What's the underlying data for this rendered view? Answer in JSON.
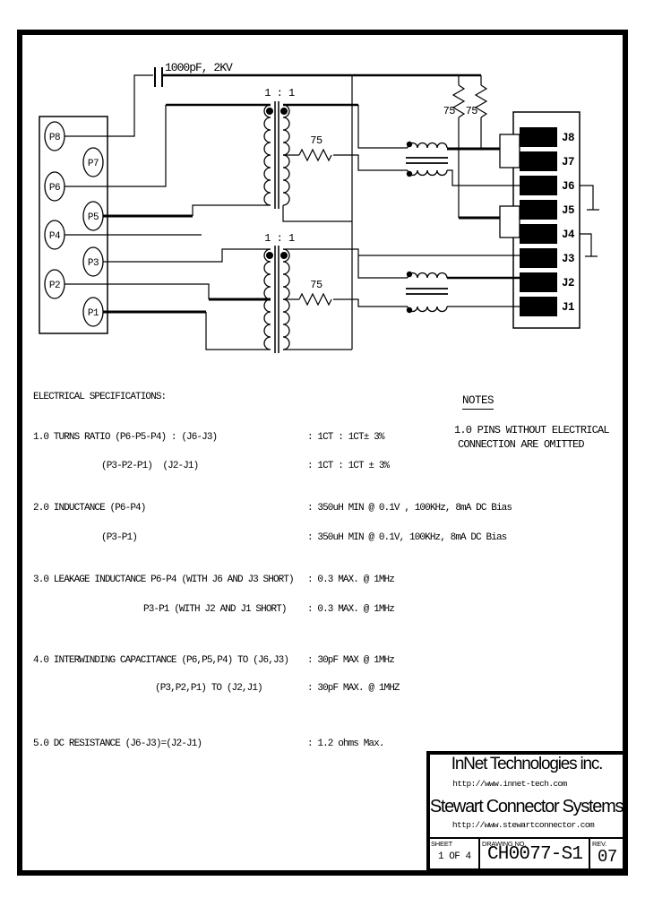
{
  "schematic": {
    "cap_label": "1000pF, 2KV",
    "ratio_top": "1 : 1",
    "ratio_bottom": "1 : 1",
    "r_top_secondary": "75",
    "r_bottom_secondary": "75",
    "r_term_left": "75",
    "r_term_right": "75",
    "p_pins": [
      "P8",
      "P7",
      "P6",
      "P5",
      "P4",
      "P3",
      "P2",
      "P1"
    ],
    "j_pins": [
      "J8",
      "J7",
      "J6",
      "J5",
      "J4",
      "J3",
      "J2",
      "J1"
    ]
  },
  "notes": {
    "title": "NOTES",
    "line1": "1.0 PINS WITHOUT ELECTRICAL",
    "line2": "CONNECTION ARE OMITTED"
  },
  "specs": {
    "heading": "ELECTRICAL SPECIFICATIONS:",
    "rows": [
      {
        "label": "1.0 TURNS RATIO (P6-P5-P4) : (J6-J3)",
        "value": ": 1CT : 1CT± 3%"
      },
      {
        "label": "(P3-P2-P1)  (J2-J1)",
        "value": ": 1CT : 1CT ± 3%"
      },
      {
        "label": "2.0 INDUCTANCE (P6-P4)",
        "value": ": 350uH MIN @ 0.1V , 100KHz, 8mA DC Bias"
      },
      {
        "label": "(P3-P1)",
        "value": ": 350uH MIN @ 0.1V, 100KHz, 8mA DC Bias"
      },
      {
        "label": "3.0 LEAKAGE INDUCTANCE P6-P4 (WITH J6 AND J3 SHORT)",
        "value": ": 0.3 MAX. @ 1MHz"
      },
      {
        "label": "P3-P1 (WITH J2 AND J1 SHORT)",
        "value": ": 0.3 MAX. @ 1MHz"
      },
      {
        "label": "4.0 INTERWINDING CAPACITANCE (P6,P5,P4) TO (J6,J3)",
        "value": ": 30pF MAX @ 1MHz"
      },
      {
        "label": "(P3,P2,P1) TO (J2,J1)",
        "value": ": 30pF MAX. @ 1MHZ"
      },
      {
        "label": "5.0 DC RESISTANCE (J6-J3)=(J2-J1)",
        "value": ": 1.2 ohms Max."
      }
    ]
  },
  "title_block": {
    "company1": "InNet Technologies inc.",
    "url1": "http://www.innet-tech.com",
    "company2": "Stewart Connector Systems",
    "url2": "http://www.stewartconnector.com",
    "sheet_label": "SHEET",
    "sheet_value": "1 OF 4",
    "drawing_label": "DRAWING NO.",
    "drawing_value": "CH0077-S1",
    "rev_label": "REV.",
    "rev_value": "07"
  }
}
